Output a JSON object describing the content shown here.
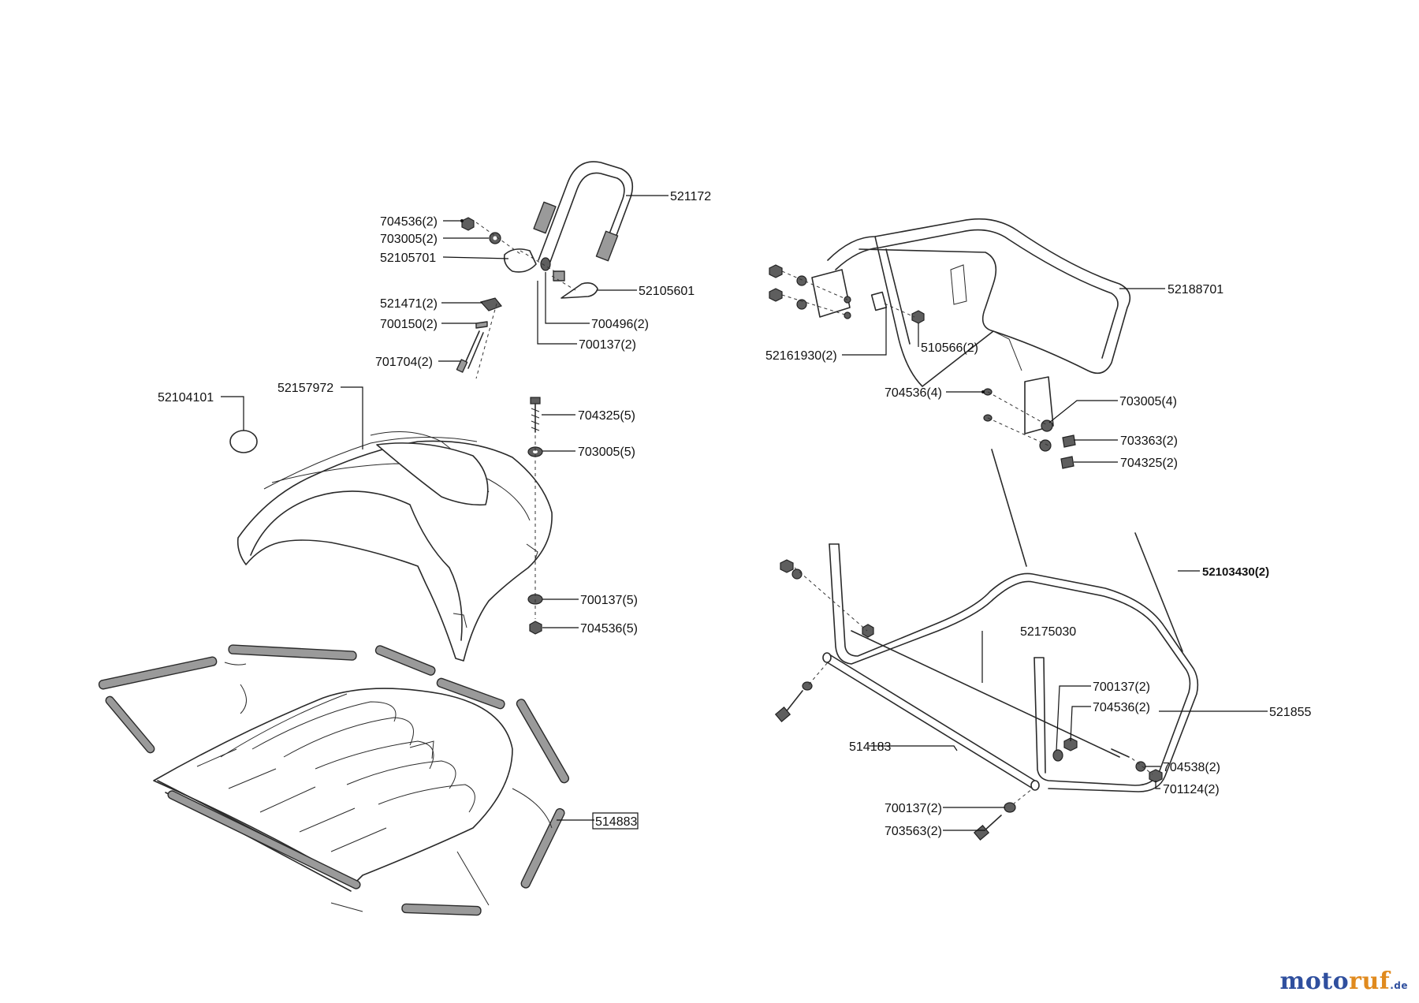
{
  "labels": {
    "l521172": "521172",
    "l704536_2a": "704536(2)",
    "l703005_2": "703005(2)",
    "l52105701": "52105701",
    "l52105601": "52105601",
    "l521471": "521471(2)",
    "l700150": "700150(2)",
    "l700496": "700496(2)",
    "l700137_2a": "700137(2)",
    "l701704": "701704(2)",
    "l52104101": "52104101",
    "l52157972": "52157972",
    "l704325_5": "704325(5)",
    "l703005_5": "703005(5)",
    "l700137_5": "700137(5)",
    "l704536_5": "704536(5)",
    "l514883": "514883",
    "l52188701": "52188701",
    "l52161930": "52161930(2)",
    "l510566": "510566(2)",
    "l704536_4": "704536(4)",
    "l703005_4": "703005(4)",
    "l703363": "703363(2)",
    "l704325_2": "704325(2)",
    "l52103430": "52103430(2)",
    "l52175030": "52175030",
    "l700137_2b": "700137(2)",
    "l704536_2b": "704536(2)",
    "l521855": "521855",
    "l514183": "514183",
    "l704538": "704538(2)",
    "l701124": "701124(2)",
    "l700137_2c": "700137(2)",
    "l703563": "703563(2)"
  },
  "watermark": {
    "part1": "moto",
    "part2": "ruf",
    "tld": ".de"
  }
}
